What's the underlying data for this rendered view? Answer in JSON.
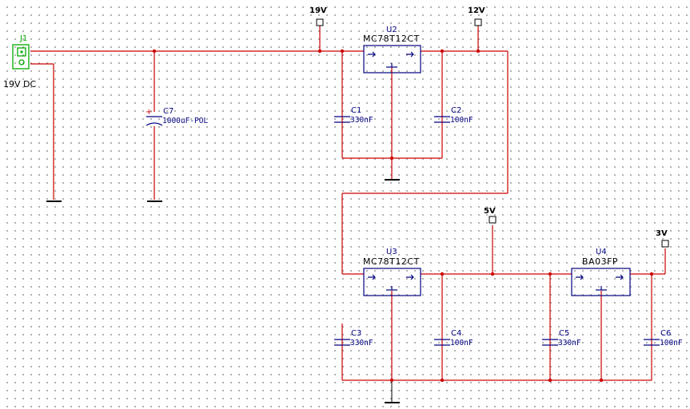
{
  "nets": {
    "v19": "19V",
    "v12": "12V",
    "v5": "5V",
    "v3": "3V"
  },
  "connector": {
    "ref": "J1",
    "label": "19V DC"
  },
  "regulators": {
    "u2": {
      "ref": "U2",
      "part": "MC78T12CT"
    },
    "u3": {
      "ref": "U3",
      "part": "MC78T12CT"
    },
    "u4": {
      "ref": "U4",
      "part": "BA03FP"
    }
  },
  "capacitors": {
    "c7": {
      "ref": "C7",
      "value": "1000uF-POL"
    },
    "c1": {
      "ref": "C1",
      "value": "330nF"
    },
    "c2": {
      "ref": "C2",
      "value": "100nF"
    },
    "c3": {
      "ref": "C3",
      "value": "330nF"
    },
    "c4": {
      "ref": "C4",
      "value": "100nF"
    },
    "c5": {
      "ref": "C5",
      "value": "330nF"
    },
    "c6": {
      "ref": "C6",
      "value": "100nF"
    }
  },
  "colors": {
    "wire": "#cc0000",
    "component": "#000080",
    "connector": "#00aa00",
    "ground": "#000000"
  }
}
